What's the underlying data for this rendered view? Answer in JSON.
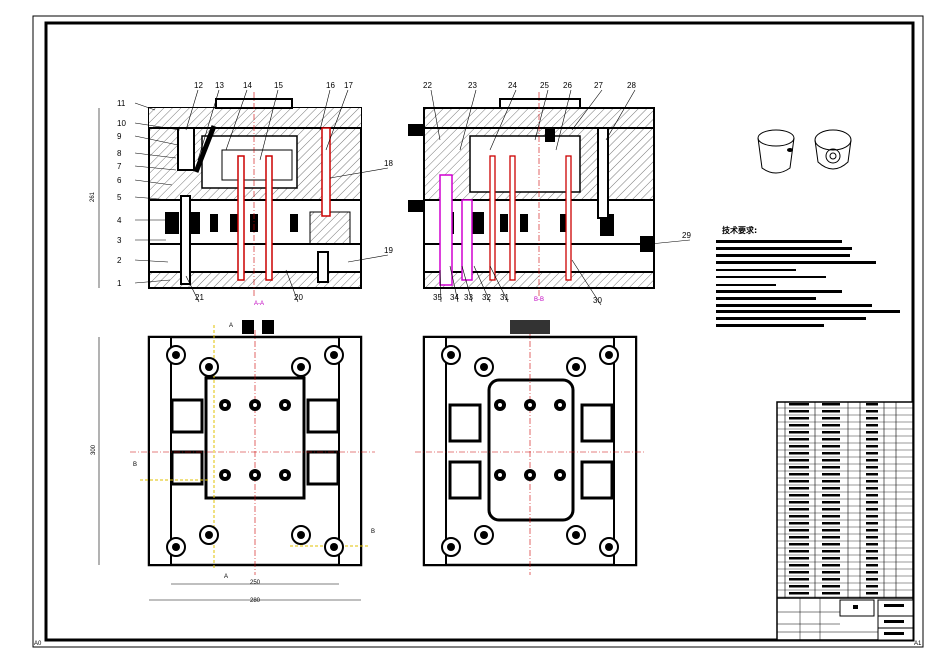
{
  "corner_marks": {
    "left": "A0",
    "right": "A1"
  },
  "section_labels": {
    "left": "A-A",
    "right": "B-B"
  },
  "dimensions": {
    "height_left": "261",
    "height_plan": "300",
    "width_inner": "250",
    "width_outer": "280"
  },
  "callouts_left": [
    "1",
    "2",
    "3",
    "4",
    "5",
    "6",
    "7",
    "8",
    "9",
    "10",
    "11",
    "12",
    "13",
    "14",
    "15",
    "16",
    "17",
    "18",
    "19",
    "20",
    "21"
  ],
  "callouts_right": [
    "22",
    "23",
    "24",
    "25",
    "26",
    "27",
    "28",
    "29",
    "30",
    "31",
    "32",
    "33",
    "34",
    "35"
  ],
  "plan_marks": {
    "top_a": "A",
    "bottom_a": "A",
    "left_b": "B",
    "right_b": "B"
  },
  "technical_requirements": {
    "title": "技术要求:"
  },
  "colors": {
    "red": "#cc0000",
    "magenta": "#d000d0",
    "yellow": "#e0c000",
    "line": "#000000"
  }
}
